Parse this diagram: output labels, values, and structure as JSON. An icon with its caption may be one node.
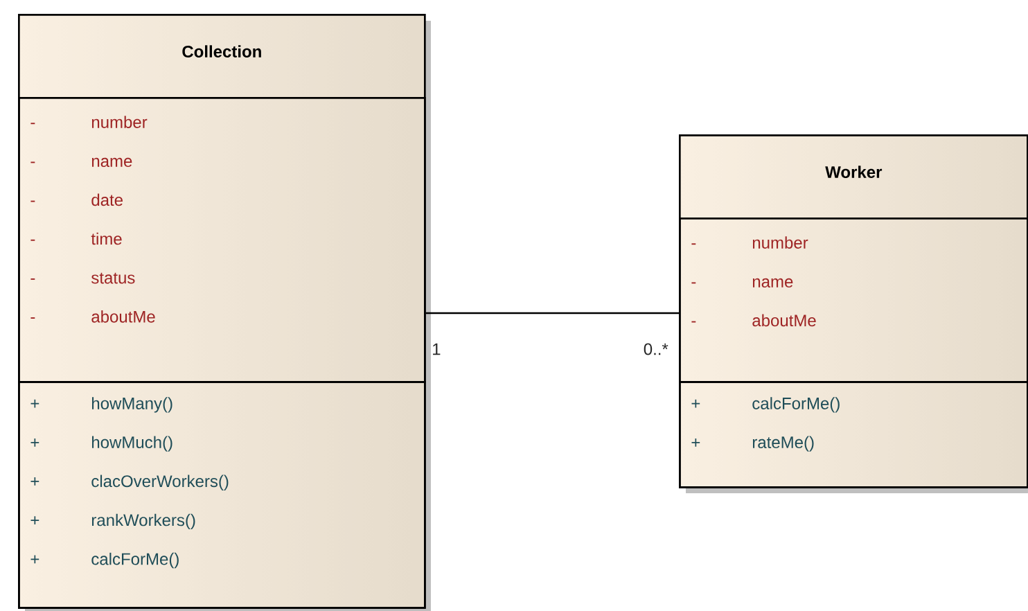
{
  "diagram": {
    "nodes": [
      {
        "text": [
          "Collection"
        ]
      },
      {
        "text": [
          "-",
          "number",
          "-",
          "name",
          "-",
          "date",
          "-",
          "time",
          "-",
          "status",
          "-",
          "aboutMe"
        ],
        "in": 0
      },
      {
        "text": [
          "+",
          "howMany()",
          "+",
          "howMuch()",
          "+",
          "clacOverWorkers()",
          "+",
          "rankWorkers()",
          "+",
          "calcForMe()"
        ],
        "in": 0
      },
      {
        "text": [
          "Worker"
        ]
      },
      {
        "text": [
          "-",
          "number",
          "-",
          "name",
          "-",
          "aboutMe"
        ],
        "in": 3
      },
      {
        "text": [
          "+",
          "calcForMe()",
          "+",
          "rateMe()"
        ],
        "in": 3
      }
    ],
    "edges": [
      {
        "from": 0,
        "to": 3,
        "arrow": "none"
      }
    ],
    "labels": [
      "1",
      "0..*"
    ]
  }
}
